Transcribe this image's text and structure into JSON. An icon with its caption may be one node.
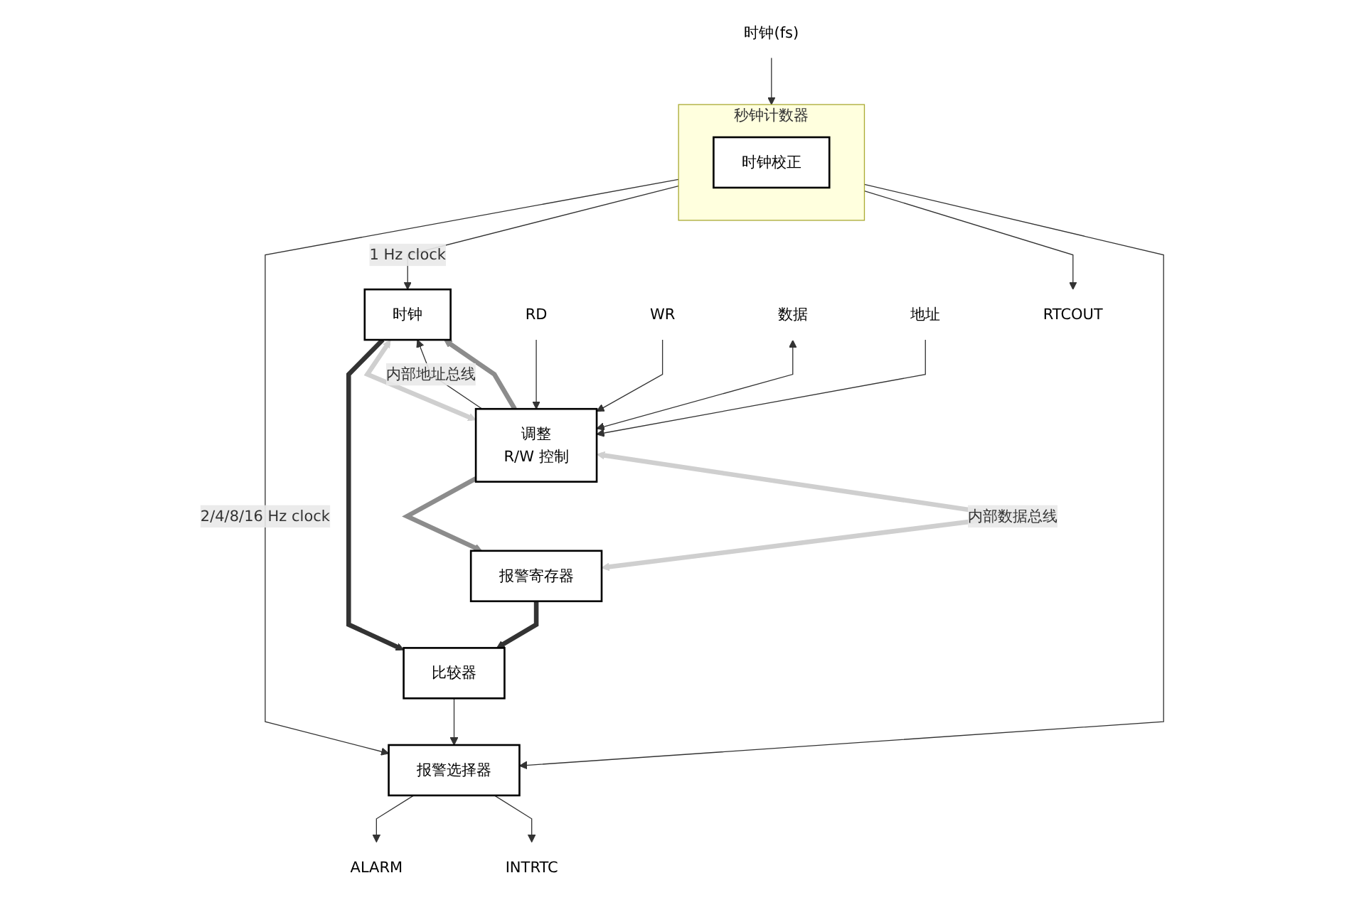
{
  "diagram": {
    "nodes": [
      {
        "text": [
          "时钟(fs)"
        ]
      },
      {
        "text": [
          "秒钟计数器"
        ]
      },
      {
        "text": [
          "时钟校正"
        ],
        "in": 1
      },
      {
        "text": [
          "报警寄存器"
        ]
      },
      {
        "text": [
          "比较器"
        ]
      },
      {
        "text": [
          "时钟"
        ]
      },
      {
        "text": [
          "报警选择器"
        ]
      },
      {
        "text": [
          "RTCOUT"
        ]
      },
      {
        "text": [
          "ALARM"
        ]
      },
      {
        "text": [
          "INTRTC"
        ]
      },
      {
        "text": [
          "调整",
          "R/W 控制"
        ]
      },
      {
        "text": [
          "RD"
        ]
      },
      {
        "text": [
          "WR"
        ]
      },
      {
        "text": [
          "数据"
        ]
      },
      {
        "text": [
          "地址"
        ]
      }
    ],
    "edges": [
      {
        "from": 0,
        "to": 1,
        "arrow": "to"
      },
      {
        "from": 1,
        "to": 6,
        "arrow": "to",
        "label": "2/4/8/16 Hz clock"
      },
      {
        "from": 1,
        "to": 5,
        "arrow": "to",
        "label": "1 Hz clock"
      },
      {
        "from": 1,
        "to": 7,
        "arrow": "to"
      },
      {
        "from": 1,
        "to": 6,
        "arrow": "to"
      },
      {
        "from": 3,
        "to": 4,
        "arrow": "to",
        "style": "thick"
      },
      {
        "from": 5,
        "to": 4,
        "arrow": "to",
        "style": "thick"
      },
      {
        "from": 4,
        "to": 6,
        "arrow": "to"
      },
      {
        "from": 6,
        "to": 8,
        "arrow": "to"
      },
      {
        "from": 6,
        "to": 9,
        "arrow": "to"
      },
      {
        "from": 10,
        "to": 5,
        "arrow": "to",
        "label": "内部地址总线"
      },
      {
        "from": 10,
        "to": 5,
        "arrow": "to",
        "style": "thick",
        "color": "#8c8c8c"
      },
      {
        "from": 10,
        "to": 3,
        "arrow": "to",
        "style": "thick",
        "color": "#8c8c8c"
      },
      {
        "from": 5,
        "to": 10,
        "arrow": "both",
        "style": "thick",
        "color": "#cfcfcf"
      },
      {
        "from": 10,
        "to": 3,
        "arrow": "both",
        "style": "thick",
        "color": "#cfcfcf",
        "label": "内部数据总线"
      },
      {
        "from": 11,
        "to": 10,
        "arrow": "to"
      },
      {
        "from": 12,
        "to": 10,
        "arrow": "to"
      },
      {
        "from": 13,
        "to": 10,
        "arrow": "both"
      },
      {
        "from": 14,
        "to": 10,
        "arrow": "to"
      }
    ]
  }
}
